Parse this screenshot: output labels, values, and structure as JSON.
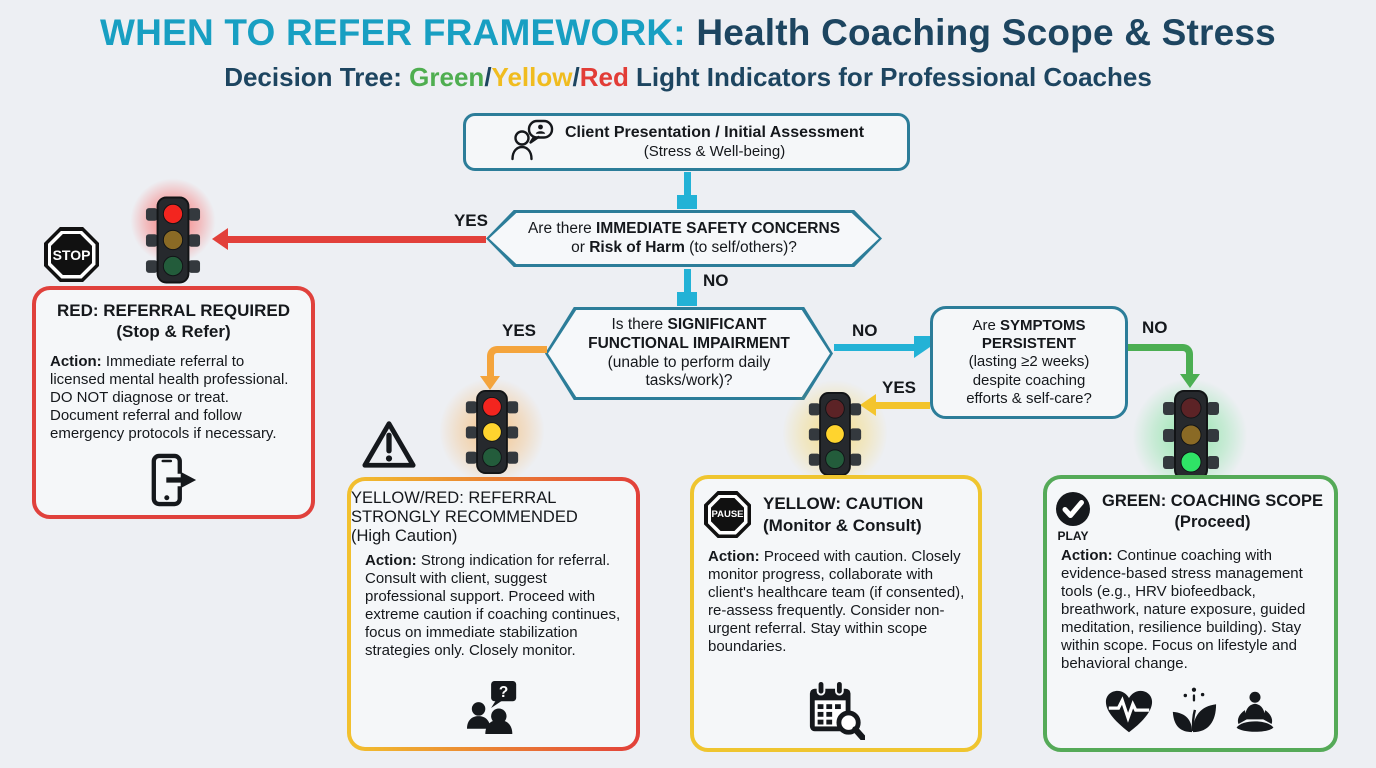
{
  "colors": {
    "accent_teal": "#189fc2",
    "navy": "#1d4560",
    "green": "#4fae50",
    "yellow": "#f0bc1f",
    "red": "#e23c36",
    "arrow_teal": "#23b2d6",
    "arrow_orange": "#f4a43c",
    "hex_border": "#2c7d99",
    "background": "#edeff3"
  },
  "header": {
    "title_accent": "WHEN TO REFER FRAMEWORK: ",
    "title_rest": "Health Coaching Scope & Stress",
    "subtitle_prefix": "Decision Tree: ",
    "green_word": "Green",
    "slash1": "/",
    "yellow_word": "Yellow",
    "slash2": "/",
    "red_word": "Red",
    "subtitle_suffix": " Light Indicators for Professional Coaches"
  },
  "start": {
    "line1": "Client Presentation / Initial Assessment",
    "line2": "(Stress & Well-being)"
  },
  "labels": {
    "yes": "YES",
    "no": "NO"
  },
  "d1": {
    "l1a": "Are there ",
    "l1b": "IMMEDIATE SAFETY CONCERNS",
    "l2a": "or ",
    "l2b": "Risk of Harm",
    "l2c": " (to self/others)?"
  },
  "d2": {
    "l1a": "Is there ",
    "l1b": "SIGNIFICANT",
    "l2": "FUNCTIONAL IMPAIRMENT",
    "l3": "(unable to perform daily",
    "l4": "tasks/work)?"
  },
  "d3": {
    "l1a": "Are ",
    "l1b": "SYMPTOMS",
    "l2": "PERSISTENT",
    "l3": "(lasting ≥2 weeks)",
    "l4": "despite coaching",
    "l5": "efforts & self-care?"
  },
  "stop_sign": "STOP",
  "pause_sign": "PAUSE",
  "question_mark": "?",
  "red_box": {
    "title1": "RED: REFERRAL REQUIRED",
    "title2": "(Stop & Refer)",
    "action_label": "Action:",
    "action_text": " Immediate referral to licensed mental health professional. DO NOT diagnose or treat. Document referral and follow emergency protocols if necessary."
  },
  "yellowred_box": {
    "title1": "YELLOW/RED: REFERRAL",
    "title2": "STRONGLY RECOMMENDED",
    "title3": "(High Caution)",
    "action_label": "Action:",
    "action_text": " Strong indication for referral. Consult with client, suggest professional support. Proceed with extreme caution if coaching continues, focus on immediate stabilization strategies only. Closely monitor."
  },
  "yellow_box": {
    "title1": "YELLOW: CAUTION",
    "title2": "(Monitor & Consult)",
    "action_label": "Action:",
    "action_text": " Proceed with caution. Closely monitor progress, collaborate with client's healthcare team (if consented), re-assess frequently. Consider non-urgent referral. Stay within scope boundaries."
  },
  "green_box": {
    "play_label": "PLAY",
    "title1": "GREEN: COACHING SCOPE",
    "title2": "(Proceed)",
    "action_label": "Action:",
    "action_text": " Continue coaching with evidence-based stress management tools (e.g., HRV biofeedback, breathwork, nature exposure, guided meditation, resilience building). Stay within scope. Focus on lifestyle and behavioral change."
  }
}
